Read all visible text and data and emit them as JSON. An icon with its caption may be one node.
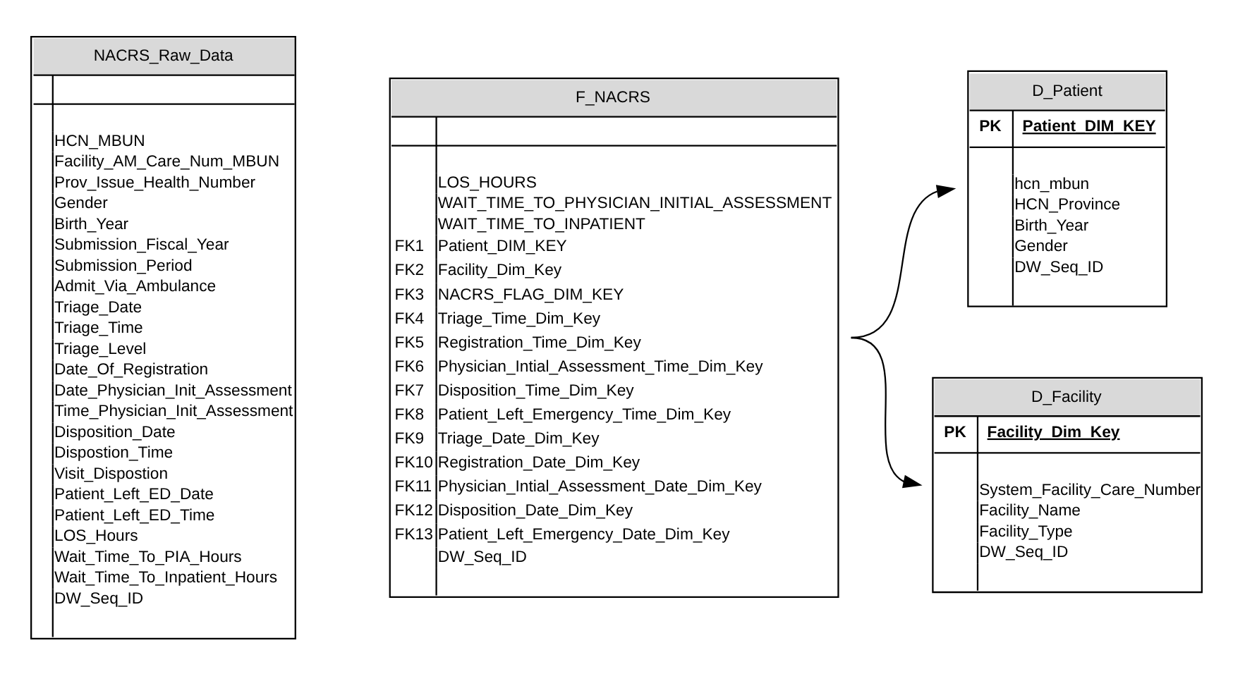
{
  "diagram": {
    "nodes": [
      {
        "text": [
          "NACRS_Raw_Data",
          "HCN_MBUN",
          "Facility_AM_Care_Num_MBUN",
          "Prov_Issue_Health_Number",
          "Gender",
          "Birth_Year",
          "Submission_Fiscal_Year",
          "Submission_Period",
          "Admit_Via_Ambulance",
          "Triage_Date",
          "Triage_Time",
          "Triage_Level",
          "Date_Of_Registration",
          "Date_Physician_Init_Assessment",
          "Time_Physician_Init_Assessment",
          "Disposition_Date",
          "Dispostion_Time",
          "Visit_Dispostion",
          "Patient_Left_ED_Date",
          "Patient_Left_ED_Time",
          "LOS_Hours",
          "Wait_Time_To_PIA_Hours",
          "Wait_Time_To_Inpatient_Hours",
          "DW_Seq_ID"
        ]
      },
      {
        "text": [
          "F_NACRS",
          "LOS_HOURS",
          "WAIT_TIME_TO_PHYSICIAN_INITIAL_ASSESSMENT",
          "WAIT_TIME_TO_INPATIENT",
          "FK1",
          "Patient_DIM_KEY",
          "FK2",
          "Facility_Dim_Key",
          "FK3",
          "NACRS_FLAG_DIM_KEY",
          "FK4",
          "Triage_Time_Dim_Key",
          "FK5",
          "Registration_Time_Dim_Key",
          "FK6",
          "Physician_Intial_Assessment_Time_Dim_Key",
          "FK7",
          "Disposition_Time_Dim_Key",
          "FK8",
          "Patient_Left_Emergency_Time_Dim_Key",
          "FK9",
          "Triage_Date_Dim_Key",
          "FK10",
          "Registration_Date_Dim_Key",
          "FK11",
          "Physician_Intial_Assessment_Date_Dim_Key",
          "FK12",
          "Disposition_Date_Dim_Key",
          "FK13",
          "Patient_Left_Emergency_Date_Dim_Key",
          "DW_Seq_ID"
        ]
      },
      {
        "text": [
          "D_Patient",
          "PK",
          "Patient_DIM_KEY",
          "hcn_mbun",
          "HCN_Province",
          "Birth_Year",
          "Gender",
          "DW_Seq_ID"
        ]
      },
      {
        "text": [
          "D_Facility",
          "PK",
          "Facility_Dim_Key",
          "System_Facility_Care_Number",
          "Facility_Name",
          "Facility_Type",
          "DW_Seq_ID"
        ]
      }
    ],
    "edges": [
      {
        "from": 1,
        "to": 2,
        "arrow": "to"
      },
      {
        "from": 1,
        "to": 3,
        "arrow": "to"
      }
    ]
  }
}
